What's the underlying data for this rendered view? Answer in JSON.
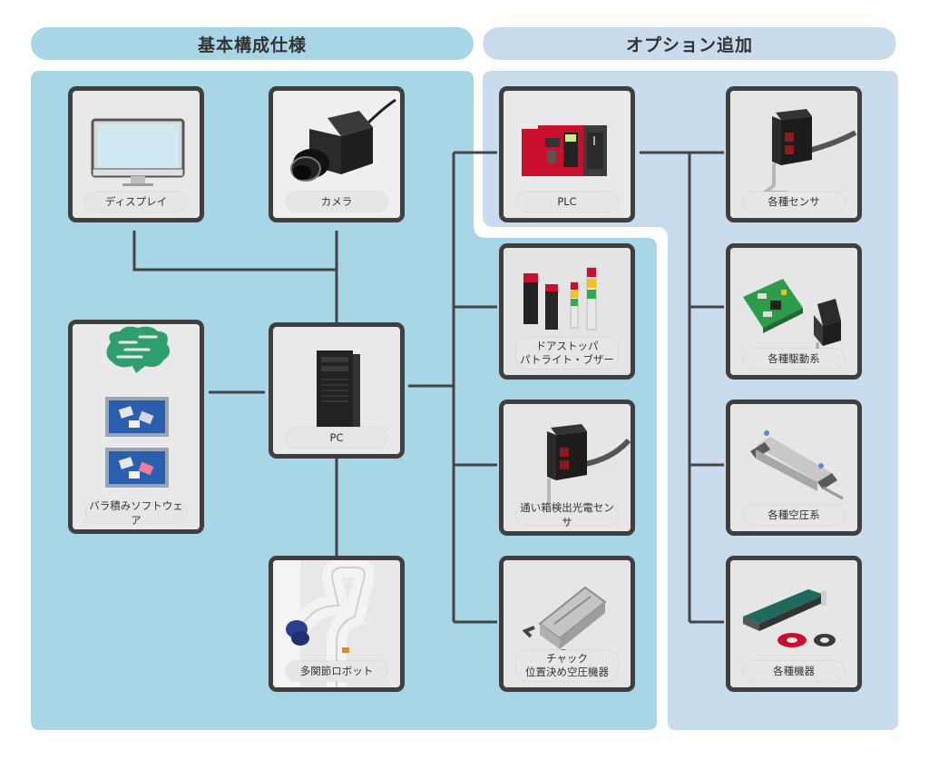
{
  "headers": {
    "basic": "基本構成仕様",
    "option": "オプション追加"
  },
  "cards": {
    "display": "ディスプレイ",
    "camera": "カメラ",
    "software": "バラ積みソフトウェア",
    "pc": "PC",
    "robot": "多関節ロボット",
    "plc": "PLC",
    "door_stopper_line1": "ドアストッパ",
    "door_stopper_line2": "パトライト・ブザー",
    "photo_sensor": "通い箱検出光電センサ",
    "chuck_line1": "チャック",
    "chuck_line2": "位置決め空圧機器",
    "sensors": "各種センサ",
    "drives": "各種駆動系",
    "pneumatics": "各種空圧系",
    "devices": "各種機器"
  },
  "colors": {
    "basic_panel": "#a9d6e7",
    "option_panel": "#c9dcee",
    "card_border": "#3f3f3f",
    "card_bg": "#e9e9e9",
    "connector": "#444444"
  }
}
